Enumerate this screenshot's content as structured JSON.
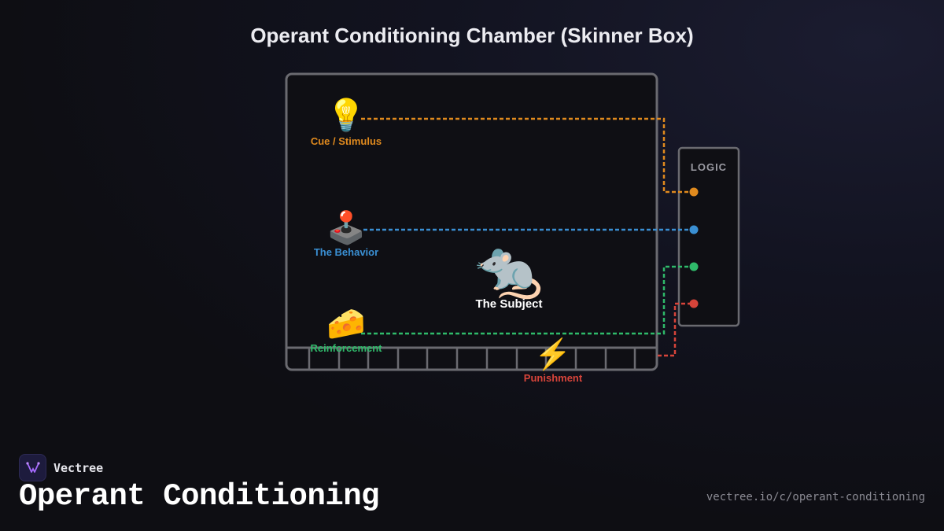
{
  "title": "Operant Conditioning Chamber (Skinner Box)",
  "chamber": {
    "logic_label": "LOGIC",
    "cue": {
      "icon": "💡",
      "icon_name": "lightbulb-icon",
      "label": "Cue / Stimulus",
      "color": "#e08a1e"
    },
    "behavior": {
      "icon": "🕹️",
      "icon_name": "joystick-lever-icon",
      "label": "The Behavior",
      "color": "#3a8fd3"
    },
    "subject": {
      "icon": "🐀",
      "icon_name": "rat-icon",
      "label": "The Subject",
      "color": "#ffffff"
    },
    "reinforcement": {
      "icon": "🧀",
      "icon_name": "cheese-icon",
      "label": "Reinforcement",
      "color": "#2fba6a"
    },
    "punishment": {
      "icon": "⚡",
      "icon_name": "lightning-icon",
      "label": "Punishment",
      "color": "#d7443a"
    }
  },
  "footer": {
    "brand": "Vectree",
    "title": "Operant Conditioning",
    "url": "vectree.io/c/operant-conditioning"
  }
}
